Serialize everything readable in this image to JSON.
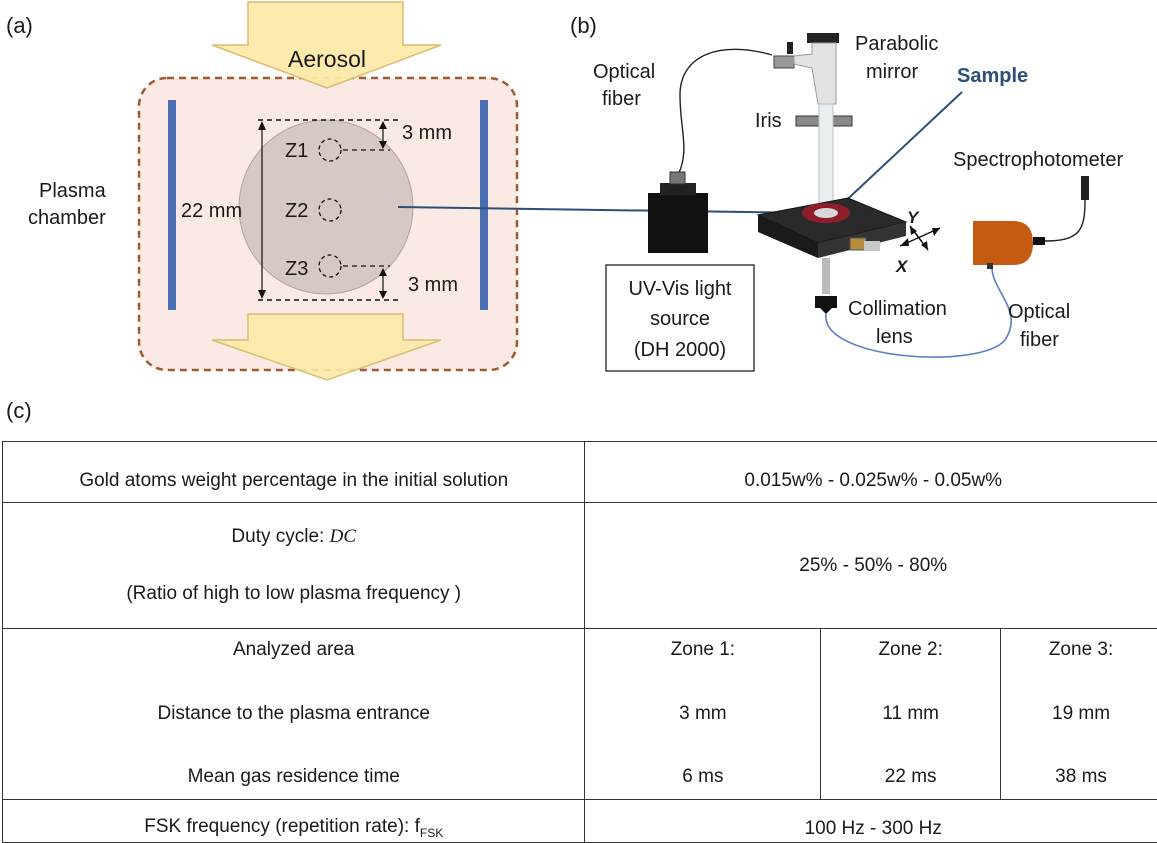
{
  "panel_a": {
    "label": "(a)",
    "top_arrow_label": "Aerosol",
    "chamber_label_line1": "Plasma",
    "chamber_label_line2": "chamber",
    "diameter_label": "22 mm",
    "zone1": "Z1",
    "zone2": "Z2",
    "zone3": "Z3",
    "top_gap": "3 mm",
    "bottom_gap": "3 mm"
  },
  "panel_b": {
    "label": "(b)",
    "optical_fiber_left_1": "Optical",
    "optical_fiber_left_2": "fiber",
    "parabolic_1": "Parabolic",
    "parabolic_2": "mirror",
    "sample": "Sample",
    "iris": "Iris",
    "spectrophotometer": "Spectrophotometer",
    "axis_y": "Y",
    "axis_x": "X",
    "light_source_1": "UV-Vis light",
    "light_source_2": "source",
    "light_source_3": "(DH 2000)",
    "collimation_1": "Collimation",
    "collimation_2": "lens",
    "optical_fiber_right_1": "Optical",
    "optical_fiber_right_2": "fiber"
  },
  "panel_c": {
    "label": "(c)",
    "gold_label": "Gold atoms weight percentage in the initial solution",
    "gold_value": "0.015w% - 0.025w% - 0.05w%",
    "dc_label_prefix": "Duty cycle: ",
    "dc_symbol": "DC",
    "dc_note": "(Ratio of high to low plasma frequency )",
    "dc_value": "25% - 50% - 80%",
    "area_label": "Analyzed area",
    "distance_label": "Distance to the plasma entrance",
    "residence_label": "Mean gas residence time",
    "zones": [
      {
        "name": "Zone 1:",
        "distance": "3 mm",
        "time": "6 ms"
      },
      {
        "name": "Zone 2:",
        "distance": "11 mm",
        "time": "22 ms"
      },
      {
        "name": "Zone 3:",
        "distance": "19 mm",
        "time": "38 ms"
      }
    ],
    "fsk_label": "FSK frequency (repetition rate): f",
    "fsk_sub": "FSK",
    "fsk_value": "100 Hz - 300 Hz"
  },
  "colors": {
    "arrow_fill": "#fde9a8",
    "chamber_fill": "#fbeae3",
    "chamber_border": "#a05a32",
    "electrode": "#4a6fb0",
    "circle": "#d6c9c4",
    "beam_line": "#2c4f78",
    "sample_label": "#2c4f78",
    "spectro_body": "#c55a11",
    "fiber_blue": "#5b7ec8"
  }
}
